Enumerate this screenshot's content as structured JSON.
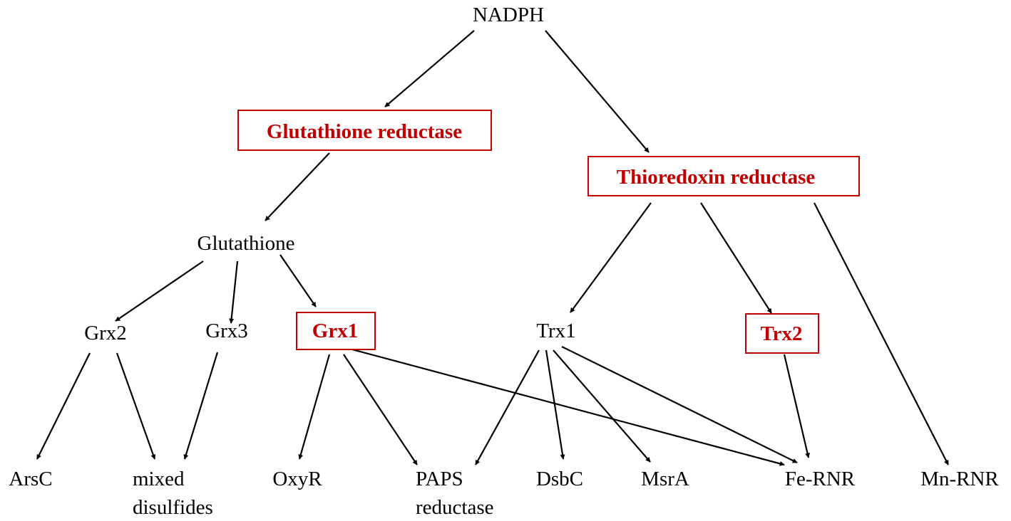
{
  "colors": {
    "highlight": "#c00000",
    "text": "#000000",
    "arrow": "#000000"
  },
  "nodes": {
    "nadph": "NADPH",
    "glutathione_reductase": "Glutathione reductase",
    "thioredoxin_reductase": "Thioredoxin reductase",
    "glutathione": "Glutathione",
    "grx2": "Grx2",
    "grx3": "Grx3",
    "grx1": "Grx1",
    "trx1": "Trx1",
    "trx2": "Trx2",
    "arsc": "ArsC",
    "mixed_disulfides": [
      "mixed",
      "disulfides"
    ],
    "oxyr": "OxyR",
    "paps_reductase": [
      "PAPS",
      "reductase"
    ],
    "dsbc": "DsbC",
    "msra": "MsrA",
    "fe_rnr": "Fe-RNR",
    "mn_rnr": "Mn-RNR"
  },
  "edges": [
    [
      "NADPH",
      "Glutathione reductase"
    ],
    [
      "NADPH",
      "Thioredoxin reductase"
    ],
    [
      "Glutathione reductase",
      "Glutathione"
    ],
    [
      "Glutathione",
      "Grx2"
    ],
    [
      "Glutathione",
      "Grx3"
    ],
    [
      "Glutathione",
      "Grx1"
    ],
    [
      "Thioredoxin reductase",
      "Trx1"
    ],
    [
      "Thioredoxin reductase",
      "Trx2"
    ],
    [
      "Thioredoxin reductase",
      "Mn-RNR"
    ],
    [
      "Grx2",
      "ArsC"
    ],
    [
      "Grx2",
      "mixed disulfides"
    ],
    [
      "Grx3",
      "mixed disulfides"
    ],
    [
      "Grx1",
      "OxyR"
    ],
    [
      "Grx1",
      "PAPS reductase"
    ],
    [
      "Grx1",
      "Fe-RNR"
    ],
    [
      "Trx1",
      "PAPS reductase"
    ],
    [
      "Trx1",
      "DsbC"
    ],
    [
      "Trx1",
      "MsrA"
    ],
    [
      "Trx1",
      "Fe-RNR"
    ],
    [
      "Trx2",
      "Fe-RNR"
    ]
  ]
}
